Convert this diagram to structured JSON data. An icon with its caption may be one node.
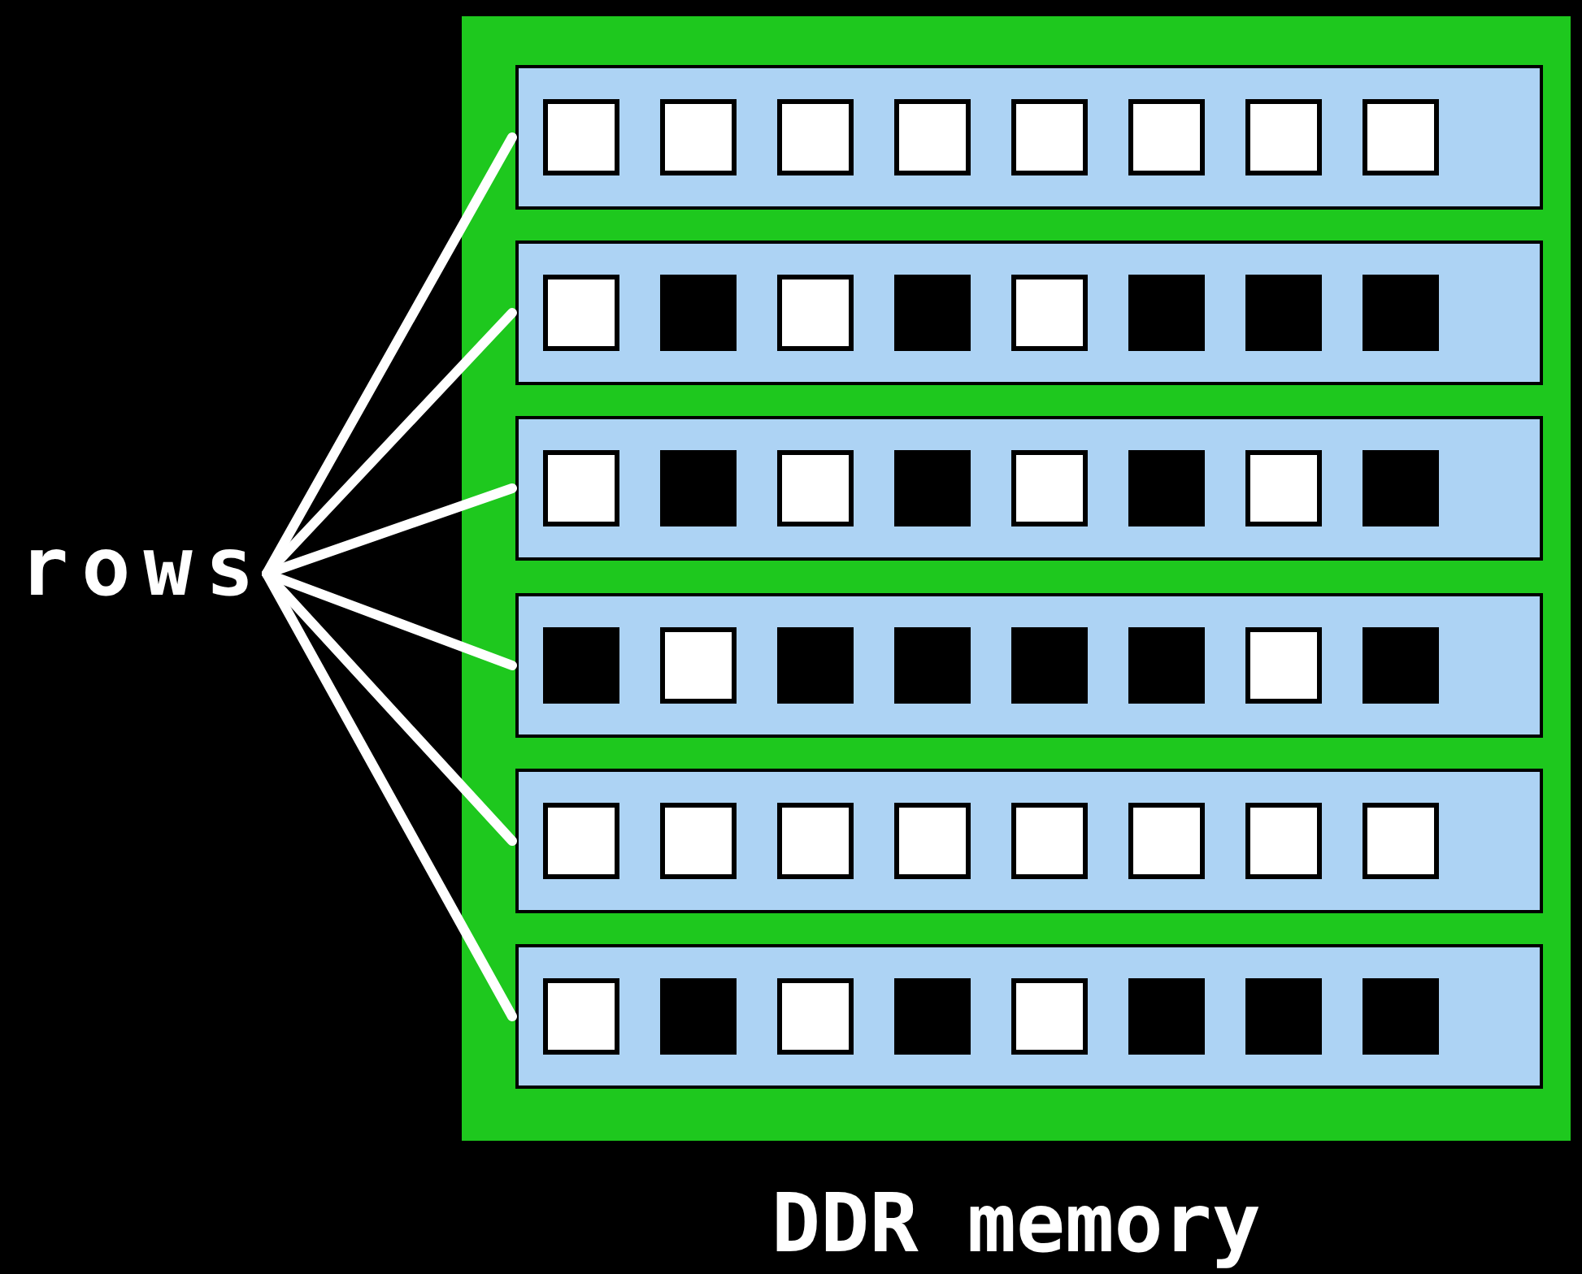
{
  "diagram": {
    "nodes": [
      {
        "text": [
          "rows"
        ]
      },
      {
        "text": [
          "DDR memory"
        ]
      },
      {
        "text": [],
        "shape": "bar",
        "in": 1
      },
      {
        "text": [],
        "shape": "bar",
        "in": 1
      },
      {
        "text": [],
        "shape": "bar",
        "in": 1
      },
      {
        "text": [],
        "shape": "bar",
        "in": 1
      },
      {
        "text": [],
        "shape": "bar",
        "in": 1
      },
      {
        "text": [],
        "shape": "bar",
        "in": 1
      }
    ],
    "edges": [
      {
        "from": 0,
        "to": 2,
        "arrow": "none"
      },
      {
        "from": 0,
        "to": 3,
        "arrow": "none"
      },
      {
        "from": 0,
        "to": 4,
        "arrow": "none"
      },
      {
        "from": 0,
        "to": 5,
        "arrow": "none"
      },
      {
        "from": 0,
        "to": 6,
        "arrow": "none"
      },
      {
        "from": 0,
        "to": 7,
        "arrow": "none"
      }
    ]
  }
}
